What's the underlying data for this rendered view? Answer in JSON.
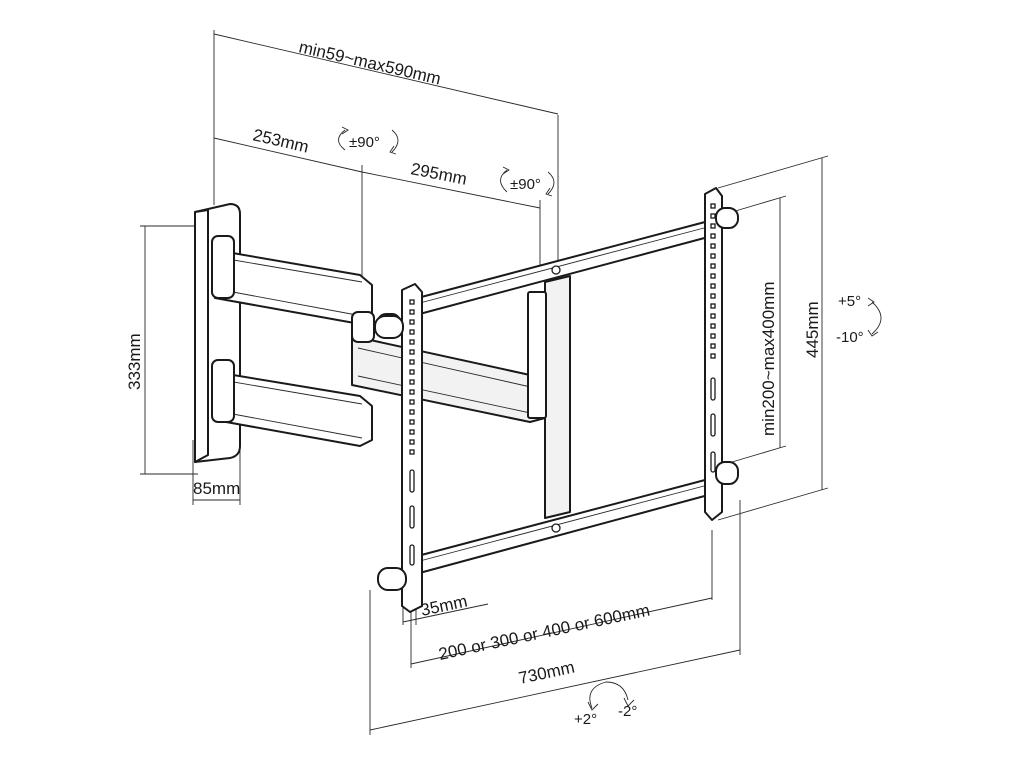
{
  "diagram": {
    "dimensions": {
      "arm_extension": "min59~max590mm",
      "arm_first_segment": "253mm",
      "arm_second_segment": "295mm",
      "wall_plate_height": "333mm",
      "wall_plate_depth": "85mm",
      "vesa_vertical": "min200~max400mm",
      "bracket_height": "445mm",
      "bracket_offset": "35mm",
      "vesa_horizontal": "200 or 300 or 400 or 600mm",
      "bracket_width": "730mm"
    },
    "rotations": {
      "pivot_one": "±90°",
      "pivot_two": "±90°",
      "tilt_up": "+5°",
      "tilt_down": "-10°",
      "level_plus": "+2°",
      "level_minus": "-2°"
    }
  }
}
